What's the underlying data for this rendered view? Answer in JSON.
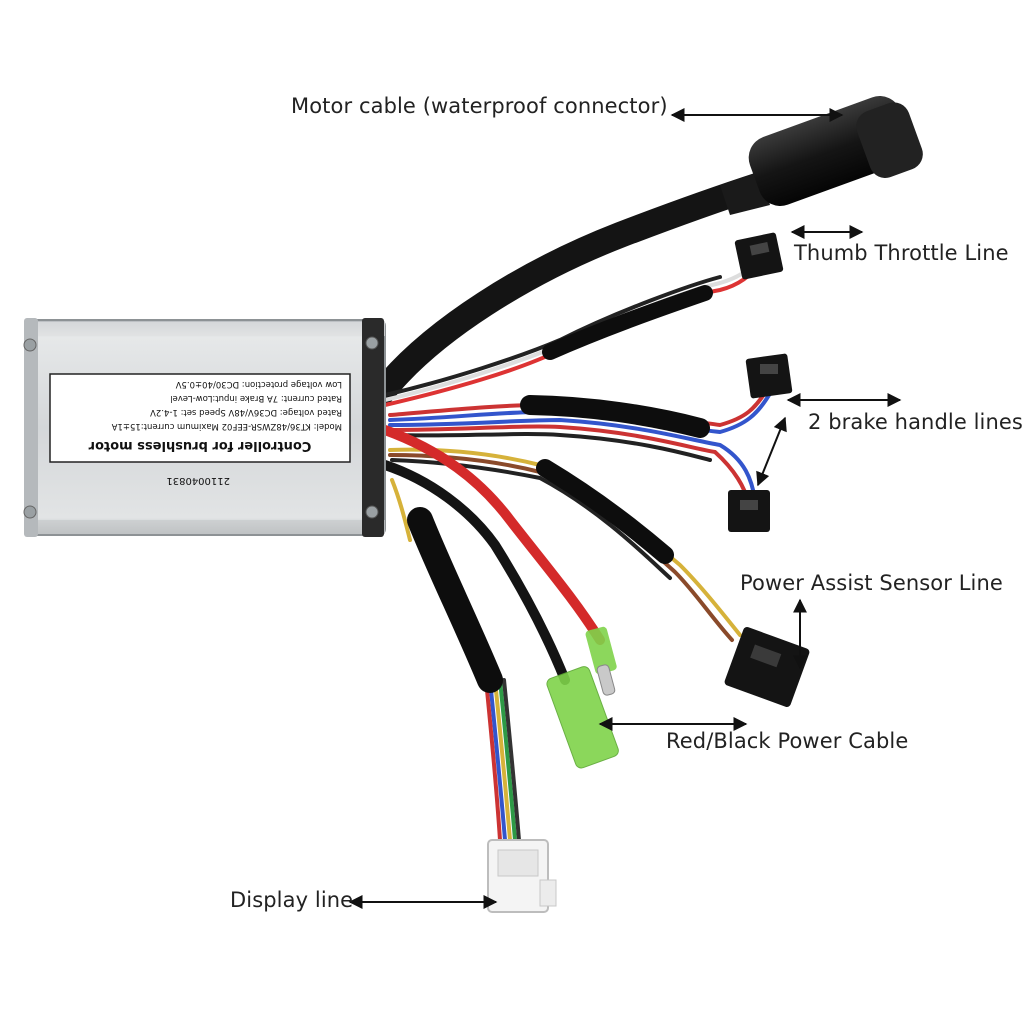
{
  "labels": {
    "motor_cable": "Motor cable (waterproof connector)",
    "thumb_throttle": "Thumb Throttle Line",
    "brake_lines": "2 brake handle lines",
    "power_assist": "Power Assist Sensor Line",
    "power_cable": "Red/Black Power Cable",
    "display_line": "Display line"
  },
  "controller": {
    "title": "Controller for brushless motor",
    "model": "Model: KT36/48ZWSR-EEF02  Maximum current:15±1A",
    "rated_voltage": "Rated voltage: DC36V/48V    Speed set: 1-4.2V",
    "rated_current": "Rated current:  7A      Brake input:Low-Level",
    "low_voltage": "Low voltage protection:   DC30/40±0.5V",
    "serial": "2110040831"
  },
  "colors": {
    "arrow": "#111111",
    "housing": "#cfd2d4",
    "cable": "#141414",
    "red_wire": "#d42a2a",
    "green_terminal": "#7fd34a"
  }
}
